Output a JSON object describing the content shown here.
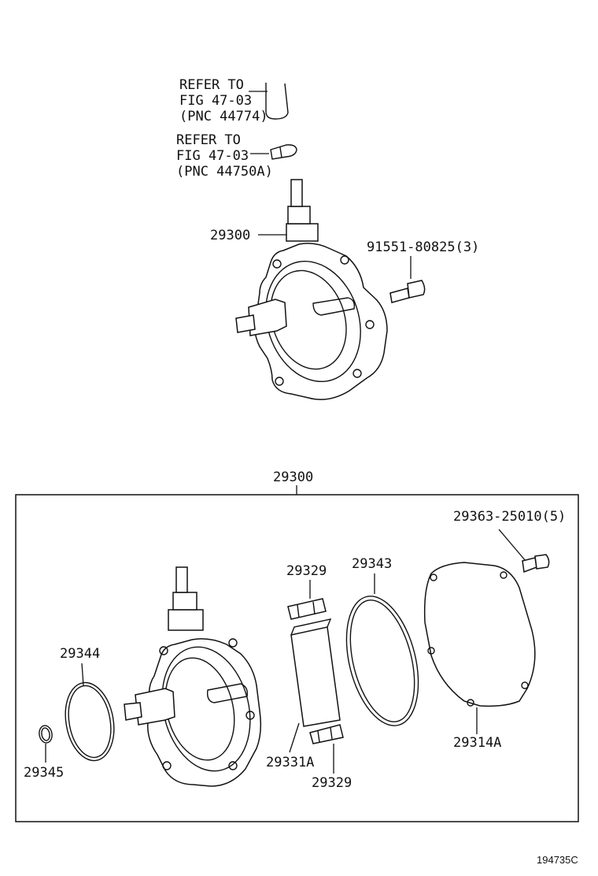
{
  "references": [
    {
      "lines": [
        "REFER TO",
        "FIG 47-03",
        "(PNC 44774)"
      ]
    },
    {
      "lines": [
        "REFER TO",
        "FIG 47-03",
        "(PNC 44750A)"
      ]
    }
  ],
  "parts": {
    "pump_assy": "29300",
    "bolt_outer": "91551-80825(3)",
    "box_title": "29300",
    "bolt_cover": "29363-25010(5)",
    "vane_top": "29329",
    "o_ring_large": "29343",
    "o_ring_mid": "29344",
    "vane": "29331A",
    "vane_bottom": "29329",
    "cover_plate": "29314A",
    "o_ring_small": "29345"
  },
  "figure_id": "194735C"
}
